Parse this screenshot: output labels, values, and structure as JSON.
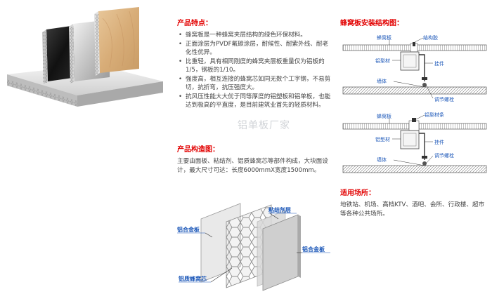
{
  "features": {
    "title": "产品特点：",
    "items": [
      "蜂窝板是一种蜂窝夹层结构的绿色环保材料。",
      "正面涂层为PVDF氟碳涂层，耐候性、耐紫外线、耐老化性优异。",
      "比重轻，具有相同刚度的蜂窝夹层板重量仅为铝板的1/5，钢板的1/10。",
      "强度高，相互连接的蜂窝芯如同无数个工字钢，不易剪切，抗折弯，抗压强度大。",
      "抗风压性能大大优于同等厚度的铝塑板和铝单板，也能达到极高的平直度，是目前建筑业首先的轻质材料。"
    ]
  },
  "structure": {
    "title": "产品构造图：",
    "text": "主要由面板、粘结剂、铝质蜂窝芯等部件构成，大块面设计，最大尺寸可达：长度6000mmX宽度1500mm。",
    "labels": {
      "adhesive": "粘结剂层",
      "panel_left": "铝合金板",
      "panel_right": "铝合金板",
      "core": "铝质蜂窝芯"
    }
  },
  "install": {
    "title": "蜂窝板安装结构图：",
    "diagram1": {
      "honeycomb": "蜂窝板",
      "sealant": "结构胶",
      "profile": "铝型材",
      "angle": "挂件",
      "wall": "墙体",
      "bolt": "调节螺栓"
    },
    "diagram2": {
      "honeycomb": "蜂窝板",
      "profile_strip": "铝型材条",
      "profile": "铝型材",
      "angle": "挂件",
      "wall": "墙体",
      "bolt": "调节螺栓"
    }
  },
  "usage": {
    "title": "适用场所：",
    "text": "地铁站、机场、高档KTV、酒吧、会所、行政楼、超市等各种公共场所。"
  },
  "watermark": "铝单板厂家",
  "colors": {
    "accent_red": "#e20000",
    "label_blue": "#1a56b8",
    "text_gray": "#444444"
  }
}
